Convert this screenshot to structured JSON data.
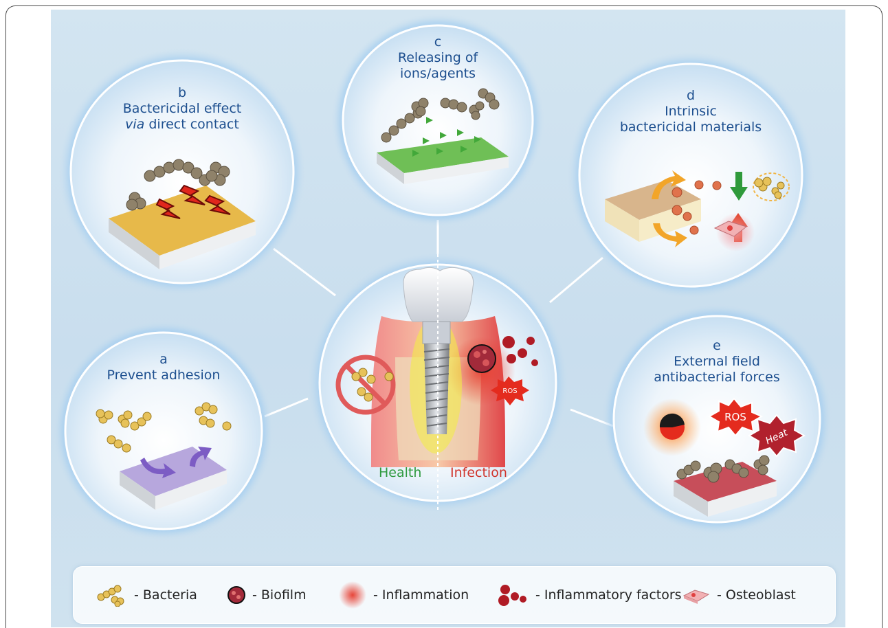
{
  "circles": {
    "a": {
      "letter": "a",
      "title": "Prevent adhesion"
    },
    "b": {
      "letter": "b",
      "title_line1": "Bactericidal effect",
      "title_line2_italic": "via",
      "title_line2_rest": " direct contact"
    },
    "c": {
      "letter": "c",
      "title_line1": "Releasing of",
      "title_line2": "ions/agents"
    },
    "d": {
      "letter": "d",
      "title_line1": "Intrinsic",
      "title_line2": "bactericidal materials"
    },
    "e": {
      "letter": "e",
      "title_line1": "External field",
      "title_line2": "antibacterial forces"
    }
  },
  "center": {
    "health_label": "Health",
    "infection_label": "Infection",
    "ros_label": "ROS"
  },
  "circle_e_labels": {
    "ros": "ROS",
    "heat": "Heat"
  },
  "legend": [
    {
      "icon": "bacteria-icon",
      "label": "- Bacteria"
    },
    {
      "icon": "biofilm-icon",
      "label": "- Biofilm"
    },
    {
      "icon": "inflammation-icon",
      "label": "- Inflammation"
    },
    {
      "icon": "inflammatory-factors-icon",
      "label": "- Inflammatory factors"
    },
    {
      "icon": "osteoblast-icon",
      "label": "- Osteoblast"
    }
  ],
  "colors": {
    "title_blue": "#1d4f8f",
    "health_green": "#2e9a3f",
    "infection_red": "#d0342c",
    "ring_blue": "#6aaee6"
  }
}
